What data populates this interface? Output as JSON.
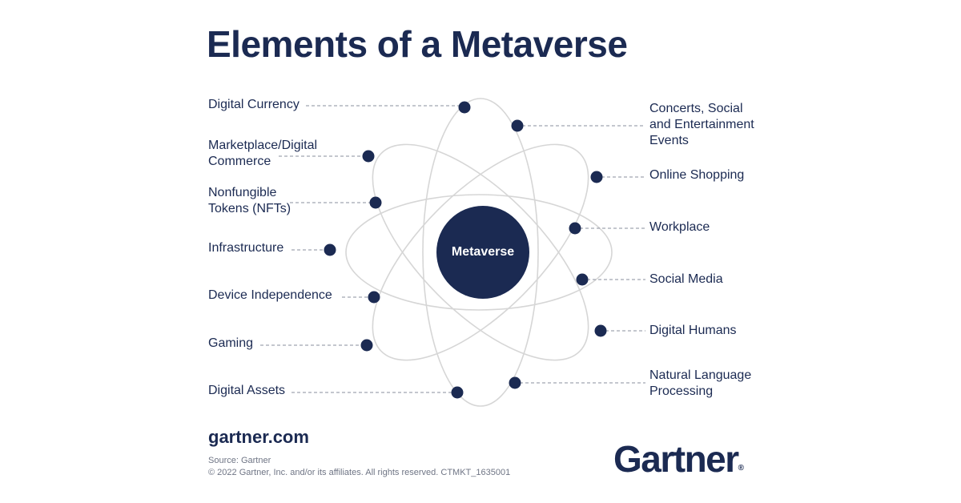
{
  "title": "Elements of a Metaverse",
  "center": "Metaverse",
  "left_items": [
    "Digital Currency",
    "Marketplace/Digital\nCommerce",
    "Nonfungible\nTokens (NFTs)",
    "Infrastructure",
    "Device Independence",
    "Gaming",
    "Digital Assets"
  ],
  "right_items": [
    "Concerts, Social\nand Entertainment\nEvents",
    "Online Shopping",
    "Workplace",
    "Social Media",
    "Digital Humans",
    "Natural Language\nProcessing"
  ],
  "footer": {
    "site": "gartner.com",
    "source": "Source: Gartner",
    "copyright": "© 2022 Gartner, Inc. and/or its affiliates. All rights reserved. CTMKT_1635001"
  },
  "logo": {
    "text": "Gartner",
    "mark": "®"
  },
  "colors": {
    "navy": "#1b2a52",
    "orbit": "#d6d6d6",
    "leader": "#8a8f9c"
  }
}
